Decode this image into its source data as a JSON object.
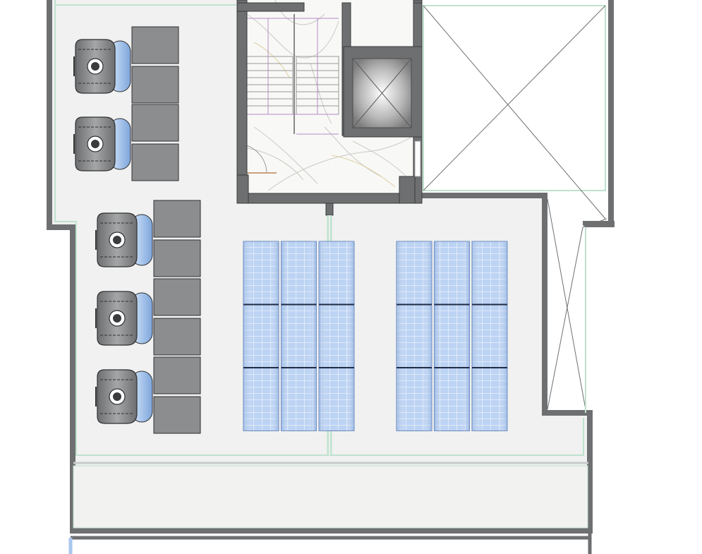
{
  "colors": {
    "wall": "#6e6f71",
    "wall_dark": "#4a4b4d",
    "floor": "#f0f1f0",
    "floor_edge": "#bfe2cf",
    "tank_body": "#8a8b8d",
    "tank_dark": "#3a3b3c",
    "pump_blue": "#a9c6ec",
    "panel_gray": "#8c8d8f",
    "solar_cell": "#bcd3f3",
    "solar_grid": "#ffffff",
    "solar_frame": "#1f2a44",
    "marble": "#f8f8f6",
    "void_line": "#707070"
  },
  "plan": {
    "water_tank_units": {
      "left_column_count": 2,
      "right_column_count": 3
    },
    "solar_arrays": [
      {
        "columns": 3,
        "rows": 3
      },
      {
        "columns": 3,
        "rows": 3
      }
    ],
    "elevator_shaft": {
      "icon": "elevator-cross-icon"
    },
    "stairs": {
      "icon": "staircase-icon"
    },
    "open_void": {
      "icon": "void-cross-icon"
    }
  }
}
